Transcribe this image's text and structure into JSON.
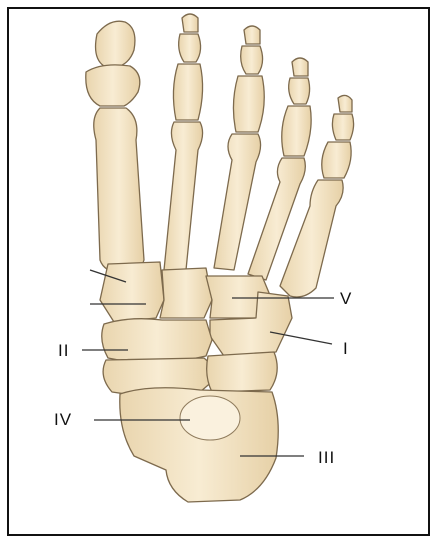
{
  "figure": {
    "labels": {
      "v": "V",
      "i": "I",
      "ii": "II",
      "iv": "IV",
      "iii": "III"
    },
    "colors": {
      "bone_fill": "#f3e3c4",
      "bone_stroke": "#7d6a4d",
      "leader": "#333333",
      "frame": "#111111"
    }
  }
}
